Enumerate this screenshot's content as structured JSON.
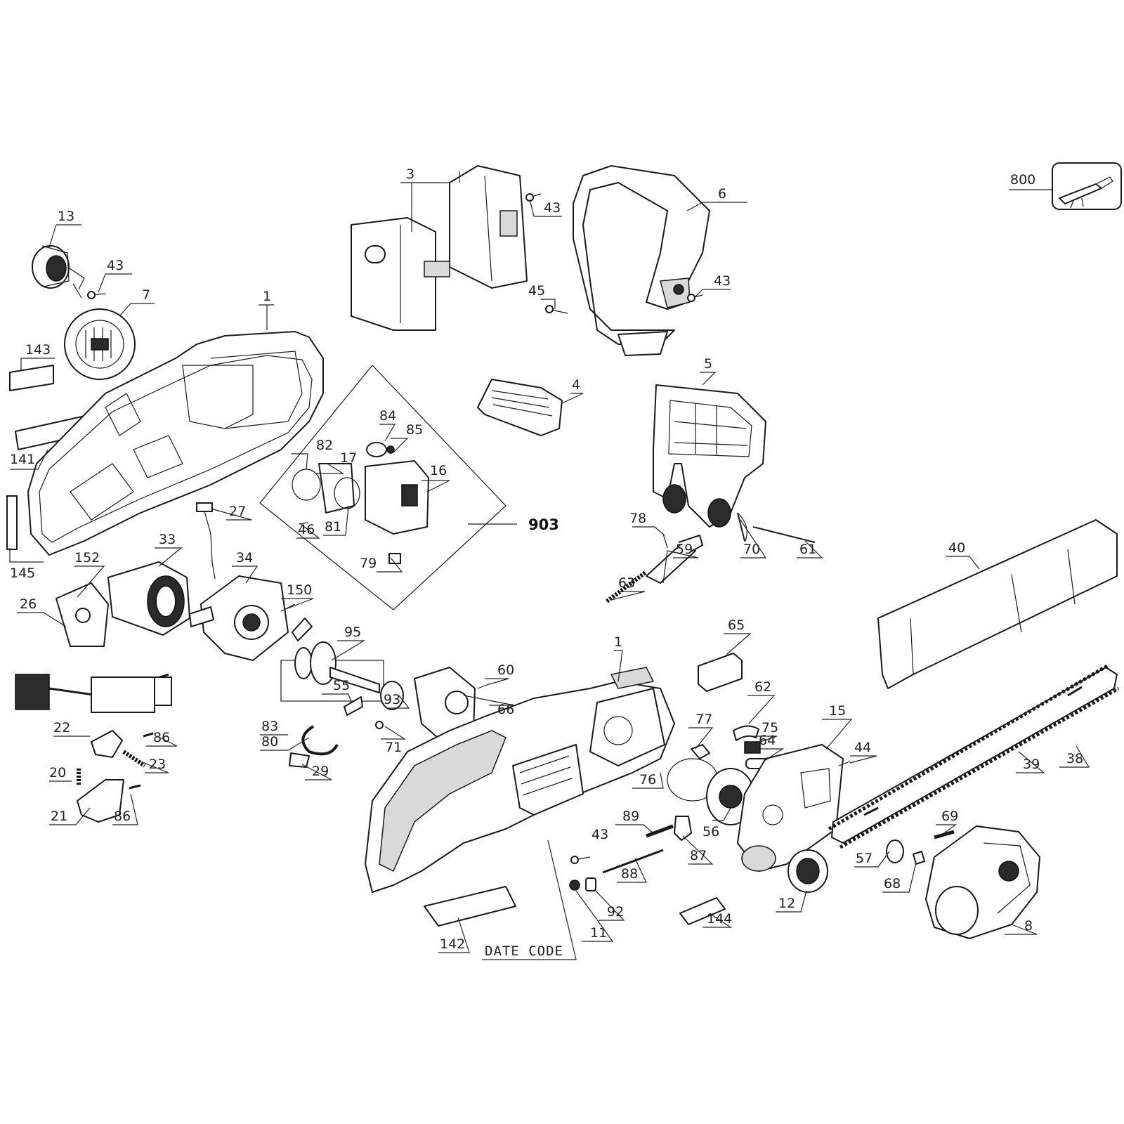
{
  "diagram": {
    "labels": {
      "p800": "800",
      "p3": "3",
      "p6": "6",
      "p13": "13",
      "p43a": "43",
      "p43b": "43",
      "p43c": "43",
      "p43d": "43",
      "p7": "7",
      "p45": "45",
      "p143": "143",
      "p1a": "1",
      "p1b": "1",
      "p4": "4",
      "p5": "5",
      "p84": "84",
      "p85": "85",
      "p82": "82",
      "p17": "17",
      "p16": "16",
      "p141": "141",
      "p27": "27",
      "p46": "46",
      "p81": "81",
      "p903": "903",
      "p78": "78",
      "p70": "70",
      "p61": "61",
      "p59": "59",
      "p40": "40",
      "p145": "145",
      "p152": "152",
      "p33": "33",
      "p34": "34",
      "p79": "79",
      "p63": "63",
      "p150": "150",
      "p26": "26",
      "p95": "95",
      "p65": "65",
      "p60": "60",
      "p55": "55",
      "p66": "66",
      "p62": "62",
      "p93": "93",
      "p77": "77",
      "p75": "75",
      "p83": "83",
      "p80": "80",
      "p64": "64",
      "p15": "15",
      "p44": "44",
      "p38": "38",
      "p39": "39",
      "p22": "22",
      "p86a": "86",
      "p71": "71",
      "p23": "23",
      "p29": "29",
      "p20": "20",
      "p21": "21",
      "p86b": "86",
      "p76": "76",
      "p89": "89",
      "p56": "56",
      "p69": "69",
      "p87": "87",
      "p57": "57",
      "p88": "88",
      "p68": "68",
      "p92": "92",
      "p12": "12",
      "p144": "144",
      "p8": "8",
      "p11": "11",
      "p142": "142",
      "date_code": "DATE CODE"
    }
  }
}
